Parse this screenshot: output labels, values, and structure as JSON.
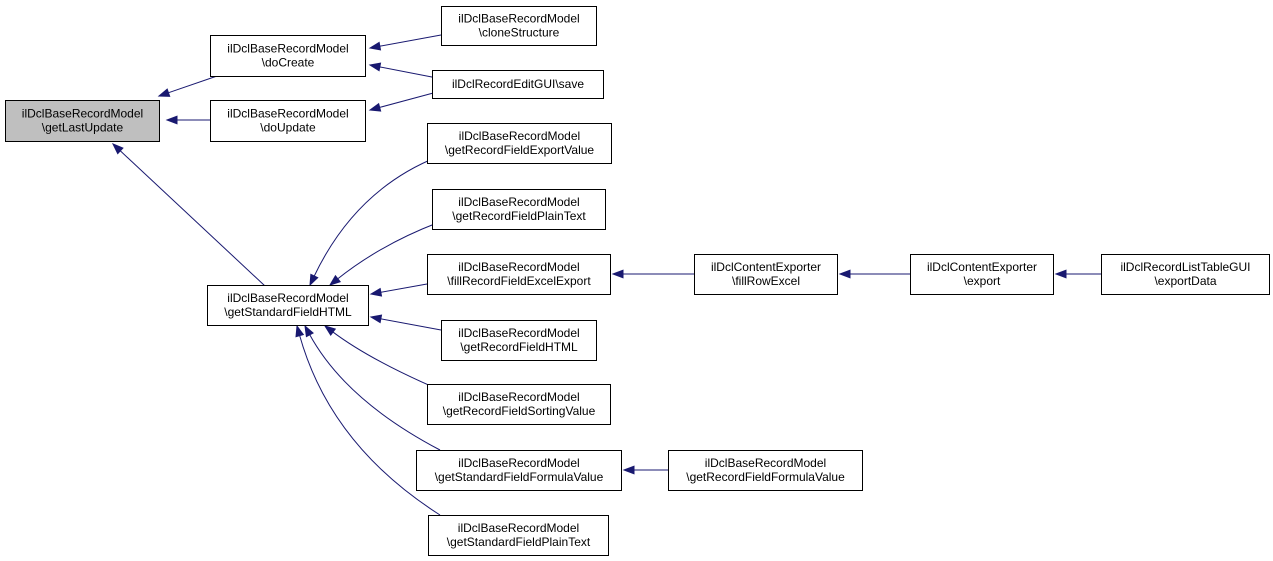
{
  "colors": {
    "edge": "#191970",
    "node_fill": "#ffffff",
    "root_fill": "#bfbfbf",
    "node_border": "#000000",
    "background": "#ffffff"
  },
  "nodes": [
    {
      "id": "getLastUpdate",
      "lines": [
        "ilDclBaseRecordModel",
        "\\getLastUpdate"
      ],
      "root": true
    },
    {
      "id": "doCreate",
      "lines": [
        "ilDclBaseRecordModel",
        "\\doCreate"
      ]
    },
    {
      "id": "doUpdate",
      "lines": [
        "ilDclBaseRecordModel",
        "\\doUpdate"
      ]
    },
    {
      "id": "cloneStructure",
      "lines": [
        "ilDclBaseRecordModel",
        "\\cloneStructure"
      ]
    },
    {
      "id": "save",
      "lines": [
        "ilDclRecordEditGUI\\save"
      ]
    },
    {
      "id": "getStandardFieldHTML",
      "lines": [
        "ilDclBaseRecordModel",
        "\\getStandardFieldHTML"
      ]
    },
    {
      "id": "getRecordFieldExportValue",
      "lines": [
        "ilDclBaseRecordModel",
        "\\getRecordFieldExportValue"
      ]
    },
    {
      "id": "getRecordFieldPlainText",
      "lines": [
        "ilDclBaseRecordModel",
        "\\getRecordFieldPlainText"
      ]
    },
    {
      "id": "fillRecordFieldExcelExport",
      "lines": [
        "ilDclBaseRecordModel",
        "\\fillRecordFieldExcelExport"
      ]
    },
    {
      "id": "getRecordFieldHTML",
      "lines": [
        "ilDclBaseRecordModel",
        "\\getRecordFieldHTML"
      ]
    },
    {
      "id": "getRecordFieldSortingValue",
      "lines": [
        "ilDclBaseRecordModel",
        "\\getRecordFieldSortingValue"
      ]
    },
    {
      "id": "getStandardFieldFormulaValue",
      "lines": [
        "ilDclBaseRecordModel",
        "\\getStandardFieldFormulaValue"
      ]
    },
    {
      "id": "getStandardFieldPlainText",
      "lines": [
        "ilDclBaseRecordModel",
        "\\getStandardFieldPlainText"
      ]
    },
    {
      "id": "fillRowExcel",
      "lines": [
        "ilDclContentExporter",
        "\\fillRowExcel"
      ]
    },
    {
      "id": "export",
      "lines": [
        "ilDclContentExporter",
        "\\export"
      ]
    },
    {
      "id": "exportData",
      "lines": [
        "ilDclRecordListTableGUI",
        "\\exportData"
      ]
    },
    {
      "id": "getRecordFieldFormulaValue",
      "lines": [
        "ilDclBaseRecordModel",
        "\\getRecordFieldFormulaValue"
      ]
    }
  ],
  "edges": [
    {
      "from": "doCreate",
      "to": "getLastUpdate"
    },
    {
      "from": "doUpdate",
      "to": "getLastUpdate"
    },
    {
      "from": "getStandardFieldHTML",
      "to": "getLastUpdate"
    },
    {
      "from": "cloneStructure",
      "to": "doCreate"
    },
    {
      "from": "save",
      "to": "doCreate"
    },
    {
      "from": "save",
      "to": "doUpdate"
    },
    {
      "from": "getRecordFieldExportValue",
      "to": "getStandardFieldHTML"
    },
    {
      "from": "getRecordFieldPlainText",
      "to": "getStandardFieldHTML"
    },
    {
      "from": "fillRecordFieldExcelExport",
      "to": "getStandardFieldHTML"
    },
    {
      "from": "getRecordFieldHTML",
      "to": "getStandardFieldHTML"
    },
    {
      "from": "getRecordFieldSortingValue",
      "to": "getStandardFieldHTML"
    },
    {
      "from": "getStandardFieldFormulaValue",
      "to": "getStandardFieldHTML"
    },
    {
      "from": "getStandardFieldPlainText",
      "to": "getStandardFieldHTML"
    },
    {
      "from": "fillRowExcel",
      "to": "fillRecordFieldExcelExport"
    },
    {
      "from": "export",
      "to": "fillRowExcel"
    },
    {
      "from": "exportData",
      "to": "export"
    },
    {
      "from": "getRecordFieldFormulaValue",
      "to": "getStandardFieldFormulaValue"
    }
  ]
}
